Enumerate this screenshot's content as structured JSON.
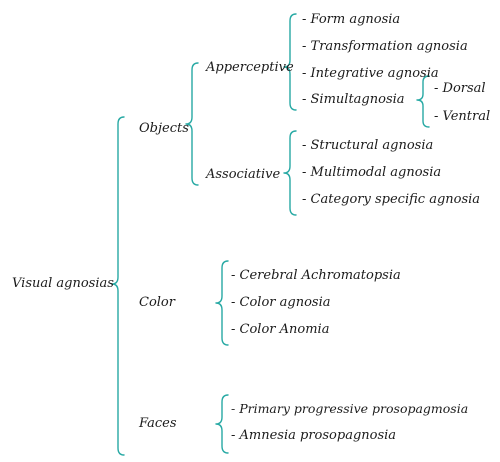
{
  "colors": {
    "brace": "#27a9a4",
    "text": "#1b1b1b",
    "background": "#ffffff"
  },
  "root": {
    "label": "Visual agnosias"
  },
  "objects": {
    "label": "Objects",
    "apperceptive": {
      "label": "Apperceptive",
      "items": [
        "- Form agnosia",
        "- Transformation agnosia",
        "- Integrative agnosia",
        "- Simultagnosia"
      ],
      "simultagnosia_types": [
        "- Dorsal",
        "- Ventral"
      ]
    },
    "associative": {
      "label": "Associative",
      "items": [
        "- Structural agnosia",
        "- Multimodal agnosia",
        "- Category specific agnosia"
      ]
    }
  },
  "color": {
    "label": "Color",
    "items": [
      "- Cerebral Achromatopsia",
      "- Color agnosia",
      "- Color Anomia"
    ]
  },
  "faces": {
    "label": "Faces",
    "items": [
      "- Primary progressive prosopagmosia",
      "- Amnesia prosopagnosia"
    ]
  }
}
